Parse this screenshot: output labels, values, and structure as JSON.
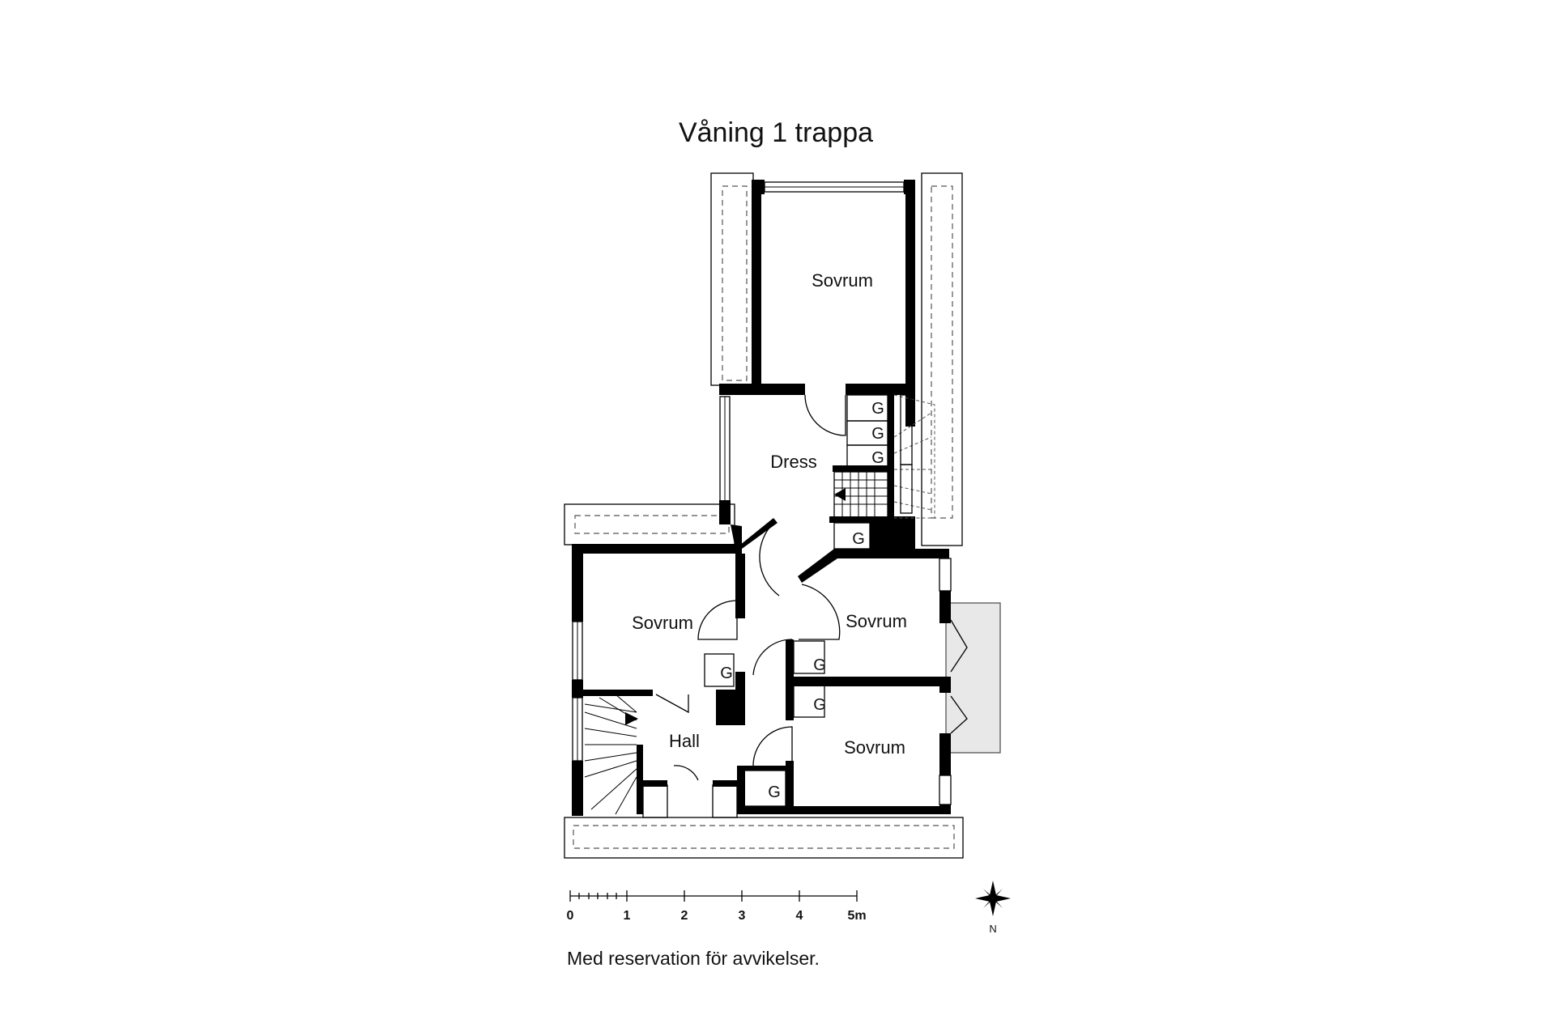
{
  "title": "Våning 1 trappa",
  "rooms": {
    "sovrum_top": "Sovrum",
    "dress": "Dress",
    "sovrum_left": "Sovrum",
    "sovrum_right_upper": "Sovrum",
    "sovrum_right_lower": "Sovrum",
    "hall": "Hall"
  },
  "closet_label": "G",
  "scale_bar": {
    "labels": [
      "0",
      "1",
      "2",
      "3",
      "4",
      "5m"
    ]
  },
  "compass": {
    "label": "N"
  },
  "note": "Med reservation för avvikelser.",
  "colors": {
    "wall": "#000000",
    "balcony": "#e8e8e8",
    "line": "#555555"
  }
}
